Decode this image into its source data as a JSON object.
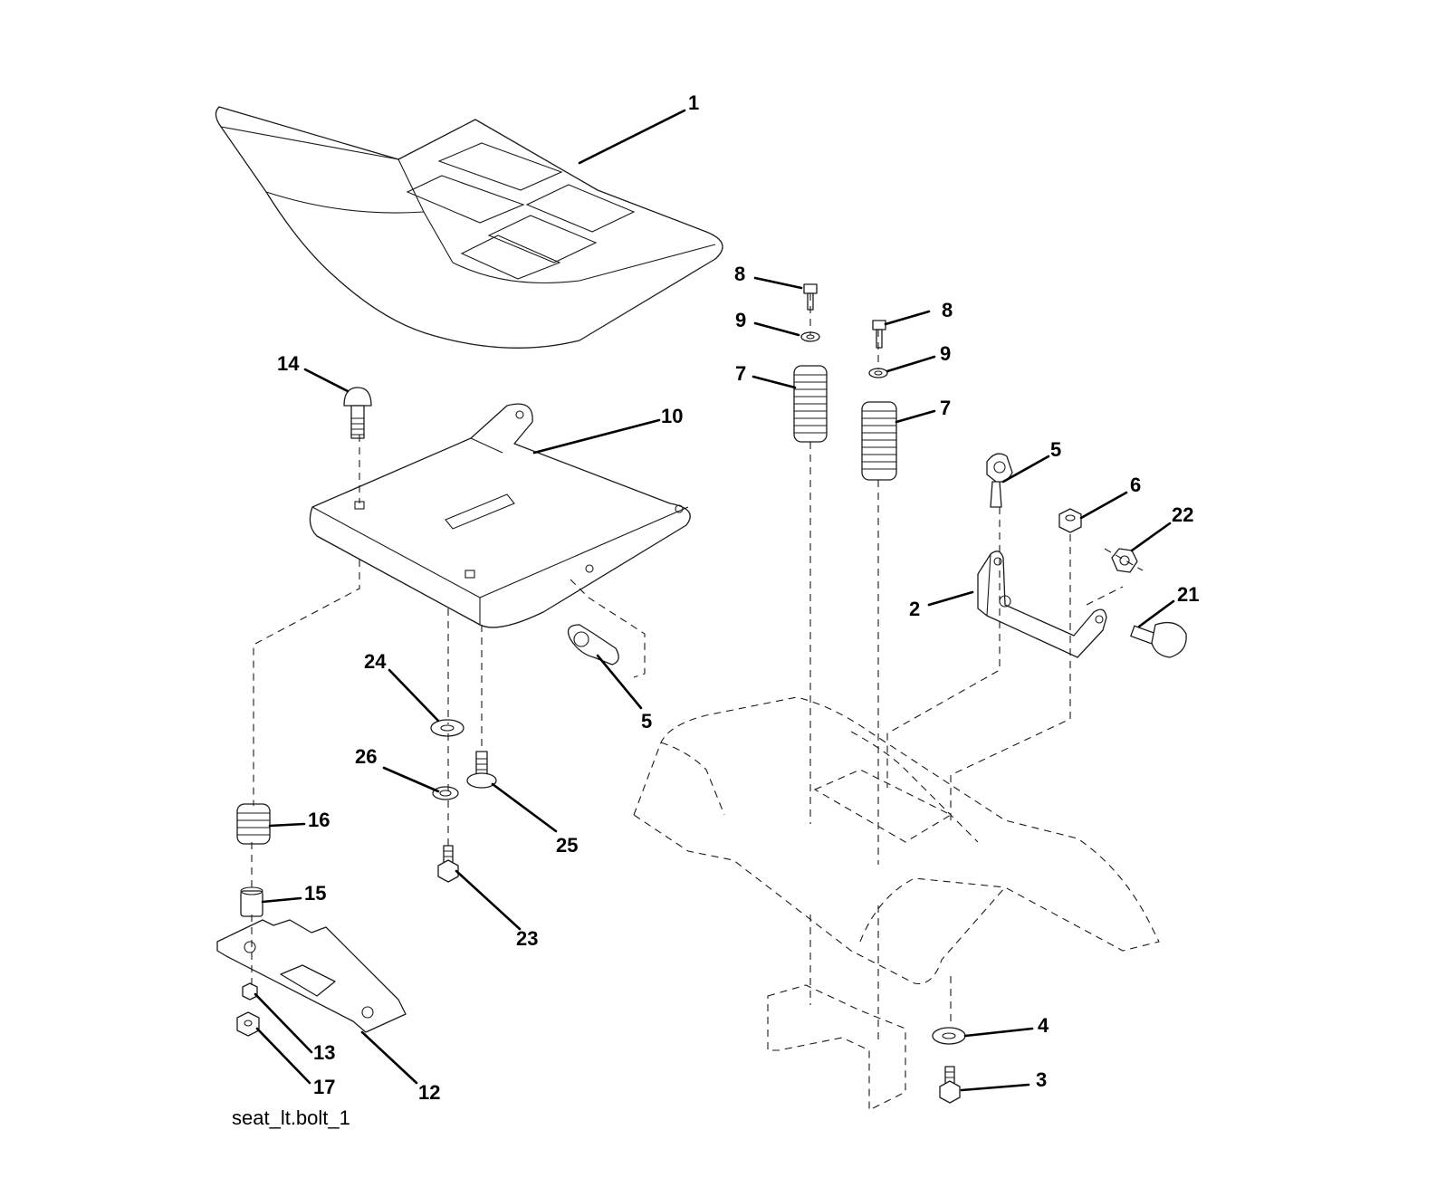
{
  "diagram": {
    "filename": "seat_lt.bolt_1",
    "callouts": [
      "1",
      "14",
      "10",
      "8",
      "9",
      "7",
      "8",
      "9",
      "7",
      "5",
      "6",
      "22",
      "2",
      "21",
      "24",
      "5",
      "26",
      "25",
      "16",
      "15",
      "23",
      "13",
      "17",
      "12",
      "4",
      "3"
    ]
  }
}
